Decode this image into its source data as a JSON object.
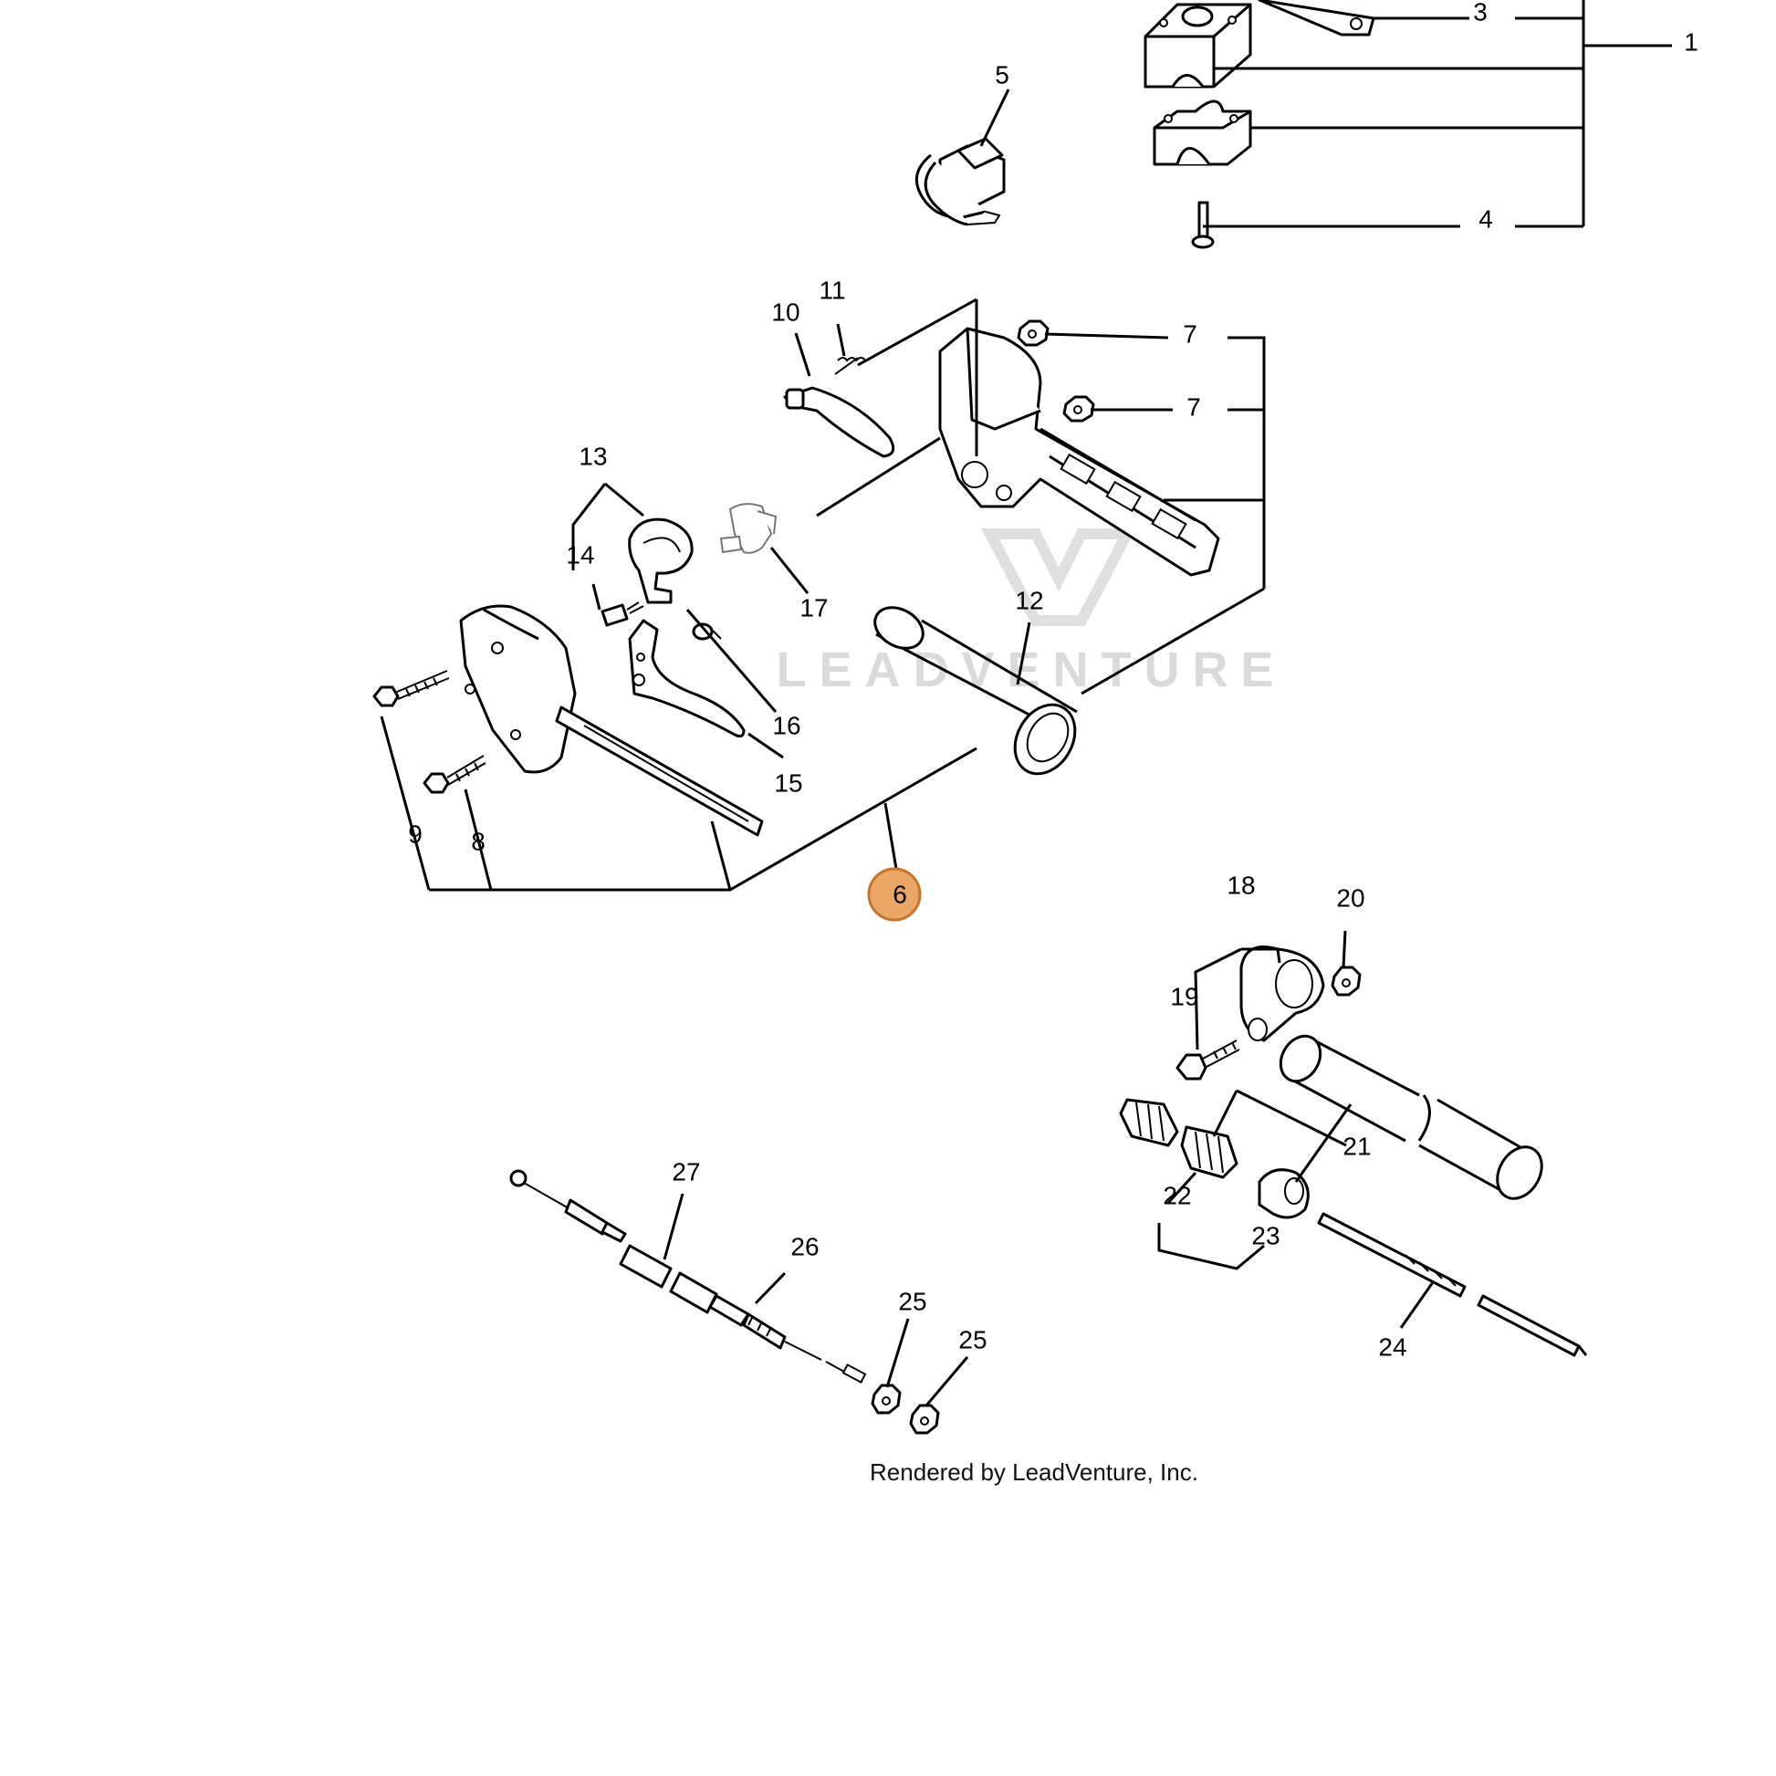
{
  "colors": {
    "highlight_fill": "#e9a666",
    "highlight_stroke": "#c8752a",
    "line": "#000000",
    "watermark": "#d6d6d6"
  },
  "watermark": {
    "text": "LEADVENTURE"
  },
  "credit": "Rendered by LeadVenture, Inc.",
  "selected_callout": "6",
  "callouts": [
    {
      "id": "c1",
      "label": "1"
    },
    {
      "id": "c3",
      "label": "3"
    },
    {
      "id": "c4",
      "label": "4"
    },
    {
      "id": "c5",
      "label": "5"
    },
    {
      "id": "c6",
      "label": "6"
    },
    {
      "id": "c7a",
      "label": "7"
    },
    {
      "id": "c7b",
      "label": "7"
    },
    {
      "id": "c8",
      "label": "8"
    },
    {
      "id": "c9",
      "label": "9"
    },
    {
      "id": "c10",
      "label": "10"
    },
    {
      "id": "c11",
      "label": "11"
    },
    {
      "id": "c12",
      "label": "12"
    },
    {
      "id": "c13",
      "label": "13"
    },
    {
      "id": "c14",
      "label": "14"
    },
    {
      "id": "c15",
      "label": "15"
    },
    {
      "id": "c16",
      "label": "16"
    },
    {
      "id": "c17",
      "label": "17"
    },
    {
      "id": "c18",
      "label": "18"
    },
    {
      "id": "c19",
      "label": "19"
    },
    {
      "id": "c20",
      "label": "20"
    },
    {
      "id": "c21",
      "label": "21"
    },
    {
      "id": "c22",
      "label": "22"
    },
    {
      "id": "c23",
      "label": "23"
    },
    {
      "id": "c24",
      "label": "24"
    },
    {
      "id": "c25a",
      "label": "25"
    },
    {
      "id": "c25b",
      "label": "25"
    },
    {
      "id": "c26",
      "label": "26"
    },
    {
      "id": "c27",
      "label": "27"
    }
  ]
}
